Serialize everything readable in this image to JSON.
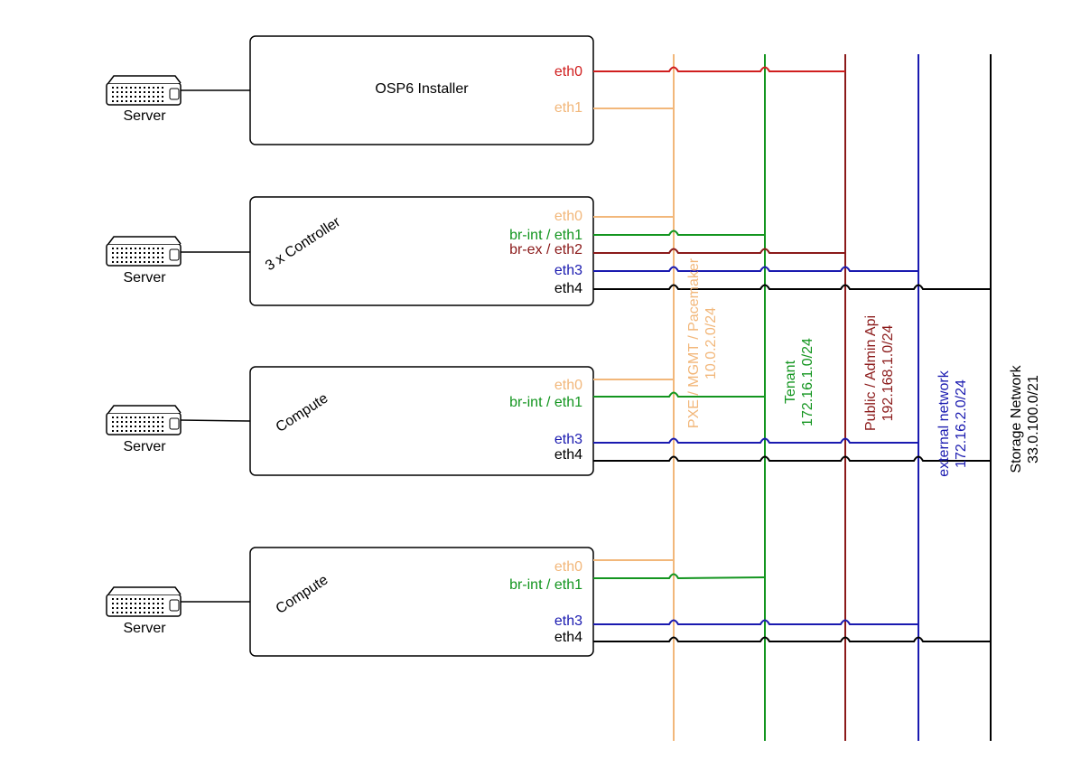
{
  "colors": {
    "orange": "#f2b77a",
    "green": "#13951f",
    "darkred": "#8b1a1a",
    "red": "#d01e1e",
    "blue": "#1a1ab0",
    "black": "#000000"
  },
  "server_label": "Server",
  "networks": {
    "pxe": {
      "name": "PXE / MGMT / Pacemaker",
      "cidr": "10.0.2.0/24"
    },
    "tenant": {
      "name": "Tenant",
      "cidr": "172.16.1.0/24"
    },
    "public": {
      "name": "Public / Admin Api",
      "cidr": "192.168.1.0/24"
    },
    "external": {
      "name": "external network",
      "cidr": "172.16.2.0/24"
    },
    "storage": {
      "name": "Storage Network",
      "cidr": "33.0.100.0/21"
    }
  },
  "nodes": {
    "installer": {
      "title": "OSP6 Installer",
      "ifaces": {
        "eth0": "eth0",
        "eth1": "eth1"
      }
    },
    "controller": {
      "title": "3 x Controller",
      "ifaces": {
        "eth0": "eth0",
        "eth1": "br-int / eth1",
        "eth2": "br-ex / eth2",
        "eth3": "eth3",
        "eth4": "eth4"
      }
    },
    "compute1": {
      "title": "Compute",
      "ifaces": {
        "eth0": "eth0",
        "eth1": "br-int / eth1",
        "eth3": "eth3",
        "eth4": "eth4"
      }
    },
    "compute2": {
      "title": "Compute",
      "ifaces": {
        "eth0": "eth0",
        "eth1": "br-int / eth1",
        "eth3": "eth3",
        "eth4": "eth4"
      }
    }
  }
}
